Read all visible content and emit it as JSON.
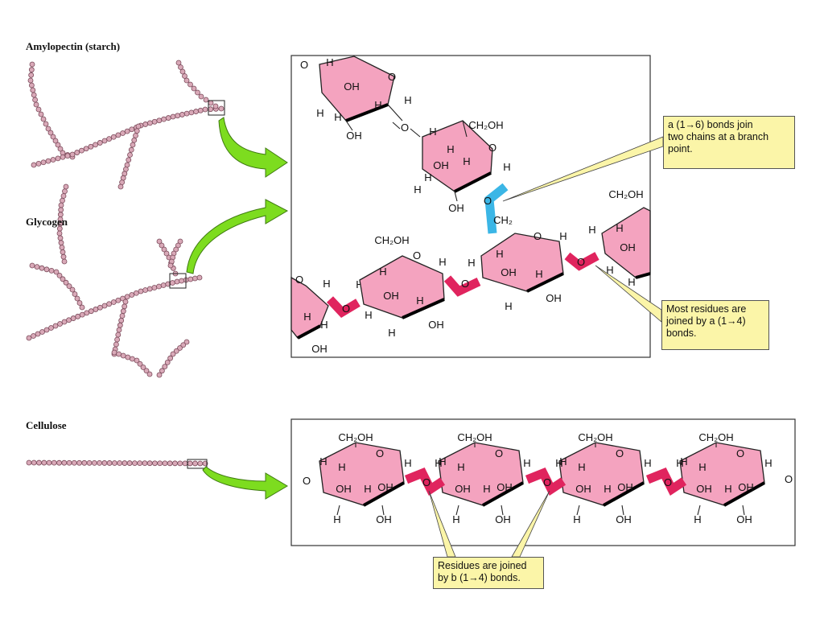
{
  "labels": {
    "amylopectin": "Amylopectin (starch)",
    "glycogen": "Glycogen",
    "cellulose": "Cellulose"
  },
  "callouts": {
    "branch_lines": [
      "a (1→6) bonds join",
      "two chains at a branch",
      "point."
    ],
    "most_lines": [
      "Most residues are",
      "joined by a (1→4)",
      "bonds."
    ],
    "cellulose_lines": [
      "Residues are joined",
      "by b (1→4) bonds."
    ]
  },
  "atoms": {
    "o": "O",
    "h": "H",
    "oh": "OH",
    "ch2oh": "CH₂OH",
    "ch2": "CH₂"
  },
  "colors": {
    "ring_fill": "#f4a3bf",
    "glyco_bond": "#e0245e",
    "branch_bond": "#3bb6e6",
    "bead": "#d9a9b8",
    "arrow": "#7ddc1f",
    "callout_bg": "#fbf5a8"
  }
}
